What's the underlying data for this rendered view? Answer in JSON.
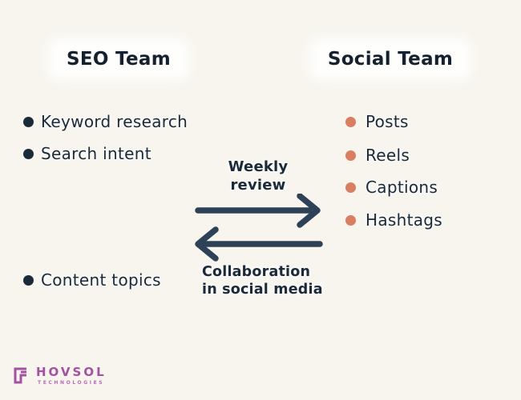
{
  "page": {
    "background_color": "#f7f5ee"
  },
  "colors": {
    "heading_text": "#16212f",
    "body_text": "#1b2a3b",
    "arrow": "#2d4157",
    "seo_bullet": "#1b2a3b",
    "social_bullet": "#d97e60",
    "logo_purple": "#a351a1",
    "logo_purple_light": "#b56cb5",
    "text_highlight": "#ffffff"
  },
  "seo_team": {
    "title": "SEO Team",
    "items": [
      {
        "label": "Keyword research"
      },
      {
        "label": "Search intent"
      },
      {
        "label": "Content topics"
      }
    ]
  },
  "social_team": {
    "title": "Social Team",
    "items": [
      {
        "label": "Posts"
      },
      {
        "label": "Reels"
      },
      {
        "label": "Captions"
      },
      {
        "label": "Hashtags"
      }
    ]
  },
  "flow": {
    "forward_label": "Weekly review",
    "backward_label": "Collaboration in social media"
  },
  "logo": {
    "brand": "HOVSOL",
    "tagline": "TECHNOLOGIES"
  }
}
